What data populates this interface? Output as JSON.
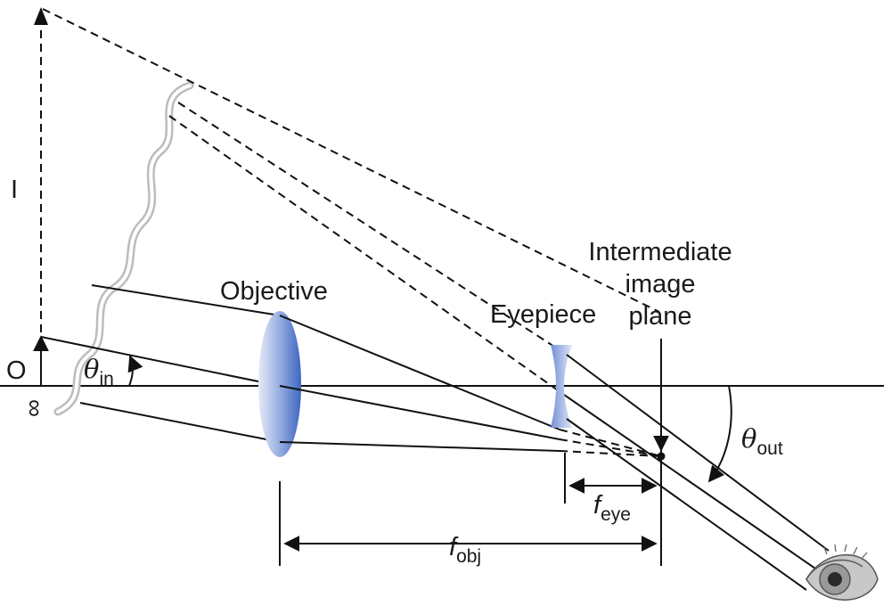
{
  "labels": {
    "objective": "Objective",
    "eyepiece": "Eyepiece",
    "intermediate_line1": "Intermediate",
    "intermediate_line2": "image",
    "intermediate_line3": "plane",
    "image_label": "I",
    "object_label": "O",
    "infinity": "∞",
    "theta": "θ",
    "theta_in_sub": "in",
    "theta_out_sub": "out",
    "f": "f",
    "f_obj_sub": "obj",
    "f_eye_sub": "eye"
  },
  "colors": {
    "lens": "#4a72c4",
    "lens_light": "#d6e0f4",
    "line": "#111111"
  }
}
